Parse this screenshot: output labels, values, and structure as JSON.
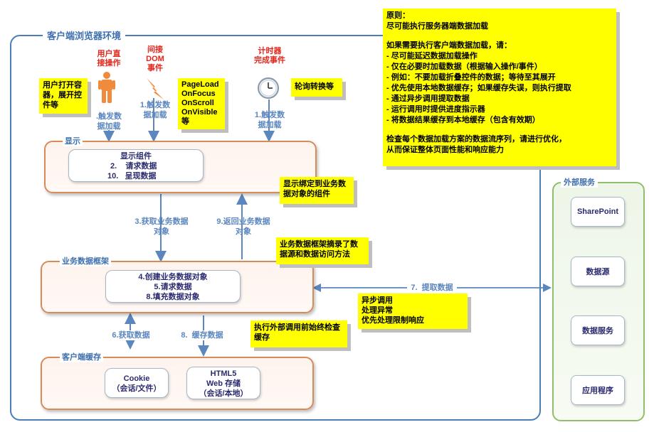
{
  "env_title": "客户端浏览器环境",
  "principle": {
    "lines": [
      "原则：",
      "尽可能执行服务器端数据加载",
      "",
      "如果需要执行客户端数据加载，请：",
      "- 尽可能延迟数据加载操作",
      "- 仅在必要时加载数据（根据输入操作/事件）",
      "-  例如：不要加载折叠控件的数据；等待至其展开",
      "- 优先使用本地数据缓存；如果缓存失误，则执行提取",
      "- 通过异步调用提取数据",
      "- 运行调用时提供进度指示器",
      "- 将数据结果缓存到本地缓存（包含有效期）",
      "",
      "检查每个数据加载方案的数据流序列，请进行优化，",
      "从而保证整体页面性能和响应能力"
    ]
  },
  "triggers": {
    "user": [
      "用户直",
      "接操作"
    ],
    "dom": [
      "间接",
      "DOM",
      "事件"
    ],
    "timer": [
      "计时器",
      "完成事件"
    ]
  },
  "notes": {
    "user_open": [
      "用户打开容",
      "器，展开控",
      "件等"
    ],
    "page_events": [
      "PageLoad",
      "OnFocus",
      "OnScroll",
      "OnVisible",
      "等"
    ],
    "polling": [
      "轮询转换等"
    ],
    "bind": [
      "显示绑定到业务数",
      "据对象的组件"
    ],
    "bdf": [
      "业务数据框架摘录了数",
      "据源和数据访问方法"
    ],
    "check_cache": [
      "执行外部调用前始终检查",
      "缓存"
    ],
    "async": [
      "异步调用",
      "处理异常",
      "优先处理限制响应"
    ]
  },
  "labels": {
    "trigger_user": [
      ".触发数",
      "据加载"
    ],
    "trigger_dom": [
      "1.触发数",
      "据加载"
    ],
    "trigger_timer": [
      "1.触发数",
      "据加载"
    ],
    "get_bo": [
      "3.获取业务数据",
      "对象"
    ],
    "return_bo": [
      "9.返回业务数据",
      "对象"
    ],
    "get_data": "6.获取数据",
    "cache_data": "8.  缓存数据",
    "fetch_data": "7.  提取数据"
  },
  "display": {
    "title": "显示",
    "items": [
      "显示组件",
      "2.    请求数据",
      "10.   呈现数据"
    ]
  },
  "bdf_section": {
    "title": "业务数据框架",
    "items": [
      "4.创建业务数据对象",
      "5.请求数据",
      "8.填充数据对象"
    ]
  },
  "cache_section": {
    "title": "客户端缓存",
    "cookie": [
      "Cookie",
      "（会话/文件）"
    ],
    "html5": [
      "HTML5",
      "Web 存储",
      "（会话/本地）"
    ]
  },
  "external": {
    "title": "外部服务",
    "services": [
      "SharePoint",
      "数据源",
      "数据服务",
      "应用程序"
    ]
  },
  "colors": {
    "env_border": "#4a7ebb",
    "section_border": "#d98a5a",
    "note_bg": "#ffff00",
    "trigger_red": "#e1261c",
    "ext_border": "#8fbf6a",
    "arrow": "#5b86be"
  }
}
